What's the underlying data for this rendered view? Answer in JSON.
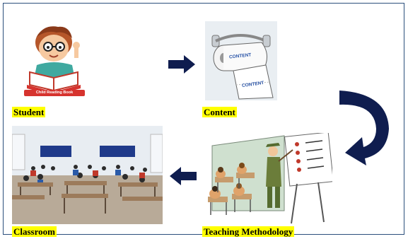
{
  "labels": {
    "student": "Student",
    "content": "Content",
    "teaching": "Teaching Methodology",
    "classroom": "Classroom"
  },
  "illustrations": {
    "student_book_caption": "Child Reading Book",
    "roll_word_top": "CONTENT",
    "roll_word_bottom": "CONTENT"
  },
  "colors": {
    "arrow": "#0f1d4f",
    "highlight": "#ffff00",
    "frame": "#2b4f7c"
  },
  "icons": [
    "student-reading-icon",
    "toilet-roll-content-icon",
    "teacher-class-illustration-icon",
    "classroom-photo-icon"
  ]
}
